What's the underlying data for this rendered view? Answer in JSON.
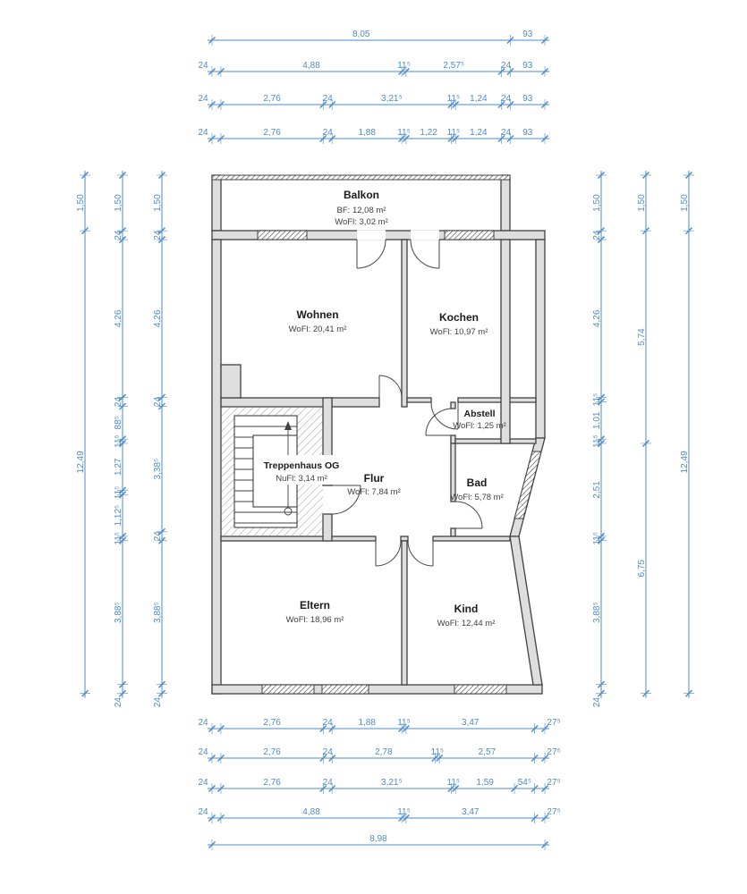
{
  "rooms": {
    "balkon": {
      "name": "Balkon",
      "bf": "BF: 12,08 m²",
      "wofl": "WoFl: 3,02 m²"
    },
    "wohnen": {
      "name": "Wohnen",
      "wofl": "WoFl: 20,41 m²"
    },
    "kochen": {
      "name": "Kochen",
      "wofl": "WoFl: 10,97 m²"
    },
    "abstell": {
      "name": "Abstell",
      "wofl": "WoFl: 1,25 m²"
    },
    "treppenhaus": {
      "name": "Treppenhaus OG",
      "wofl": "NuFl: 3,14 m²"
    },
    "flur": {
      "name": "Flur",
      "wofl": "WoFl: 7,84 m²"
    },
    "bad": {
      "name": "Bad",
      "wofl": "WoFl: 5,78 m²"
    },
    "eltern": {
      "name": "Eltern",
      "wofl": "WoFl: 18,96 m²"
    },
    "kind": {
      "name": "Kind",
      "wofl": "WoFl: 12,44 m²"
    }
  },
  "dimensions": {
    "top": [
      [
        "8,05",
        "93"
      ],
      [
        "24",
        "4,88",
        "11⁵",
        "2,57⁵",
        "24",
        "93"
      ],
      [
        "24",
        "2,76",
        "24",
        "3,21⁵",
        "11⁵",
        "1,24",
        "24",
        "93"
      ],
      [
        "24",
        "2,76",
        "24",
        "1,88",
        "11⁵",
        "1,22",
        "11⁵",
        "1,24",
        "24",
        "93"
      ]
    ],
    "bottom": [
      [
        "24",
        "2,76",
        "24",
        "1,88",
        "11⁵",
        "3,47",
        "27⁵"
      ],
      [
        "24",
        "2,76",
        "24",
        "2,78",
        "11⁵",
        "2,57",
        "27⁵"
      ],
      [
        "24",
        "2,76",
        "24",
        "3,21⁵",
        "11⁵",
        "1,59",
        "54⁵",
        "27⁵"
      ],
      [
        "24",
        "4,88",
        "11⁵",
        "3,47",
        "27⁵"
      ],
      [
        "8,98"
      ]
    ],
    "left": [
      [
        "1,50",
        "12,49"
      ],
      [
        "1,50",
        "24",
        "4,26",
        "24",
        "88⁵",
        "11⁵",
        "1,27",
        "11⁵",
        "1,12⁵",
        "11⁵",
        "3,88⁵",
        "24"
      ],
      [
        "1,50",
        "24",
        "4,26",
        "24",
        "3,38⁵",
        "24",
        "3,88⁵",
        "24"
      ]
    ],
    "right": [
      [
        "1,50",
        "24",
        "4,26",
        "11⁵",
        "1,01",
        "11⁵",
        "2,51",
        "11⁵",
        "3,88⁵",
        "24"
      ],
      [
        "1,50",
        "5,74",
        "6,75"
      ],
      [
        "1,50",
        "12,49"
      ]
    ]
  },
  "colors": {
    "dimension": "#4e8bc4",
    "wall_fill": "#dedede",
    "wall_stroke": "#404040",
    "door_stroke": "#454545",
    "room_name": "#1b1b1b",
    "room_area": "#3d3d3d",
    "stair_hatch": "#9b9b9b",
    "window_hatch": "#3c3c3c",
    "background": "#ffffff"
  }
}
